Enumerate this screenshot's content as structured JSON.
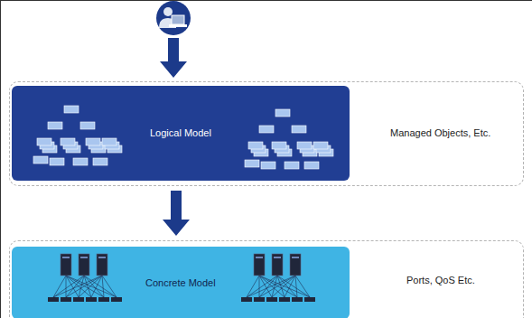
{
  "diagram": {
    "nodes": [
      {
        "text": [
          "Managed Objects, Etc."
        ]
      },
      {
        "text": [
          "Logical Model"
        ],
        "in": 0
      },
      {
        "text": [
          "Ports, QoS Etc."
        ]
      },
      {
        "text": [
          "Concrete Model"
        ],
        "in": 2
      }
    ],
    "edges": [
      {
        "from": 0,
        "to": 2,
        "arrow": "to"
      }
    ]
  }
}
